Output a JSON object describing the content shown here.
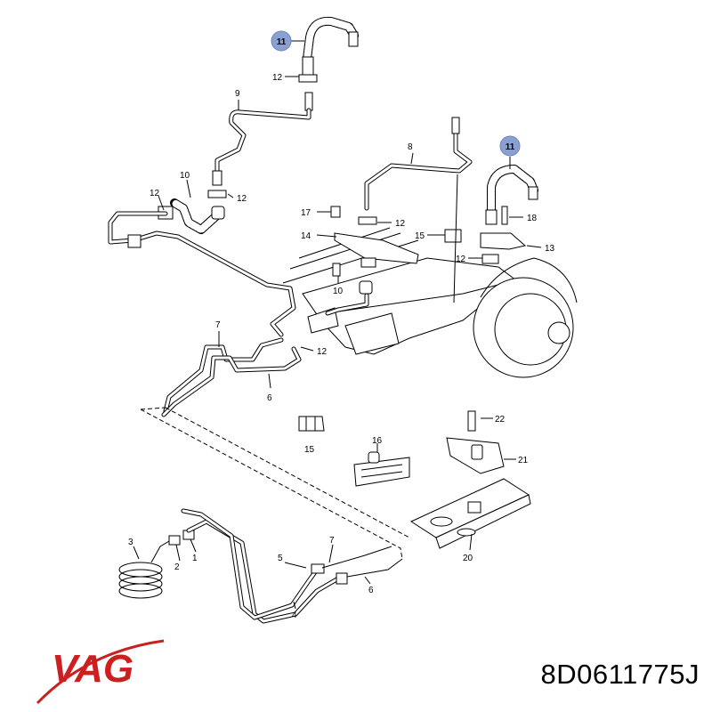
{
  "brand": {
    "logo_text": "VAG",
    "logo_color": "#cc1f1f"
  },
  "part_number": "8D0611775J",
  "highlight_color": "#8aa0d2",
  "callouts": {
    "c11a": "11",
    "c11b": "11",
    "c12a": "12",
    "c12b": "12",
    "c12c": "12",
    "c12d": "12",
    "c12e": "12",
    "c12f": "12",
    "c9": "9",
    "c10a": "10",
    "c10b": "10",
    "c8": "8",
    "c17": "17",
    "c14": "14",
    "c15a": "15",
    "c15b": "15",
    "c18": "18",
    "c13": "13",
    "c7a": "7",
    "c7b": "7",
    "c6a": "6",
    "c6b": "6",
    "c22": "22",
    "c16": "16",
    "c21": "21",
    "c20": "20",
    "c3": "3",
    "c2": "2",
    "c1": "1",
    "c5": "5",
    "c4": "4"
  }
}
